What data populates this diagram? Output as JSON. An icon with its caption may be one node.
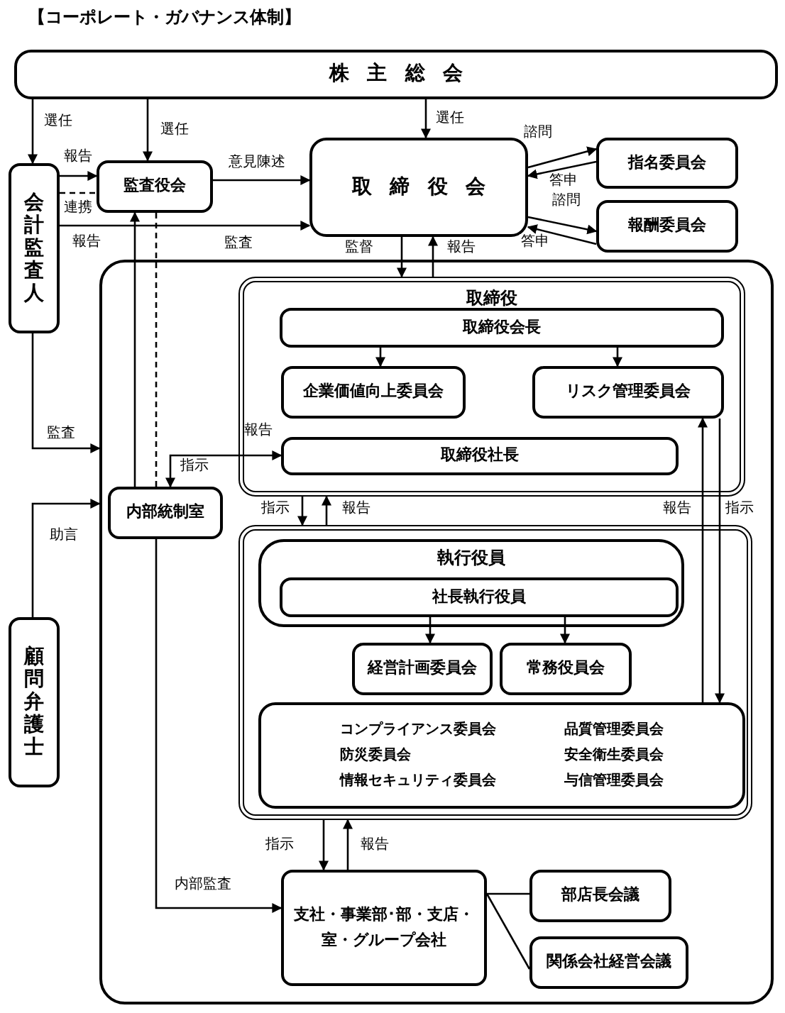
{
  "diagram": {
    "title": "【コーポレート・ガバナンス体制】",
    "nodes": [
      {
        "text": [
          "株主総会"
        ]
      },
      {
        "text": [
          "会計監査人"
        ]
      },
      {
        "text": [
          "監査役会"
        ]
      },
      {
        "text": [
          "取締役会"
        ]
      },
      {
        "text": [
          "指名委員会"
        ]
      },
      {
        "text": [
          "報酬委員会"
        ]
      },
      {
        "text": [],
        "shape": "box"
      },
      {
        "text": [
          "取締役"
        ],
        "in": 6
      },
      {
        "text": [
          "取締役会長"
        ],
        "in": 7
      },
      {
        "text": [
          "企業価値向上委員会"
        ],
        "in": 7
      },
      {
        "text": [
          "リスク管理委員会"
        ],
        "in": 7
      },
      {
        "text": [
          "取締役社長"
        ],
        "in": 7
      },
      {
        "text": [
          "内部統制室"
        ],
        "in": 6
      },
      {
        "text": [],
        "shape": "box",
        "in": 6
      },
      {
        "text": [
          "執行役員"
        ],
        "in": 13
      },
      {
        "text": [
          "社長執行役員"
        ],
        "in": 14
      },
      {
        "text": [
          "経営計画委員会"
        ],
        "in": 13
      },
      {
        "text": [
          "常務役員会"
        ],
        "in": 13
      },
      {
        "text": [
          "コンプライアンス委員会",
          "防災委員会",
          "情報セキュリティ委員会",
          "品質管理委員会",
          "安全衛生委員会",
          "与信管理委員会"
        ],
        "in": 13
      },
      {
        "text": [
          "支社・事業部･部・支店・室・グループ会社"
        ],
        "in": 6
      },
      {
        "text": [
          "部店長会議"
        ],
        "in": 6
      },
      {
        "text": [
          "関係会社経営会議"
        ],
        "in": 6
      },
      {
        "text": [
          "顧問弁護士"
        ]
      }
    ],
    "edges": [
      {
        "from": 0,
        "to": 1,
        "arrow": "to",
        "label": "選任"
      },
      {
        "from": 0,
        "to": 2,
        "arrow": "to",
        "label": "選任"
      },
      {
        "from": 0,
        "to": 3,
        "arrow": "to",
        "label": "選任"
      },
      {
        "from": 1,
        "to": 2,
        "arrow": "to",
        "label": "報告"
      },
      {
        "from": 1,
        "to": 2,
        "arrow": "none",
        "label": "連携",
        "style": "dashed"
      },
      {
        "from": 2,
        "to": 3,
        "arrow": "to",
        "label": "意見陳述"
      },
      {
        "from": 1,
        "to": 3,
        "arrow": "to",
        "label": "報告"
      },
      {
        "from": 3,
        "to": 4,
        "arrow": "to",
        "label": "諮問"
      },
      {
        "from": 4,
        "to": 3,
        "arrow": "to",
        "label": "答申"
      },
      {
        "from": 3,
        "to": 5,
        "arrow": "to",
        "label": "諮問"
      },
      {
        "from": 5,
        "to": 3,
        "arrow": "to",
        "label": "答申"
      },
      {
        "from": 3,
        "to": 7,
        "arrow": "to",
        "label": "監督"
      },
      {
        "from": 7,
        "to": 3,
        "arrow": "to",
        "label": "報告"
      },
      {
        "from": 1,
        "to": 6,
        "arrow": "to",
        "label": "監査"
      },
      {
        "from": 22,
        "to": 6,
        "arrow": "to",
        "label": "助言"
      },
      {
        "from": 12,
        "to": 2,
        "arrow": "to"
      },
      {
        "from": 2,
        "to": 12,
        "arrow": "none",
        "style": "dashed"
      },
      {
        "from": 12,
        "to": 19,
        "arrow": "to",
        "label": "内部監査"
      },
      {
        "from": 8,
        "to": 9,
        "arrow": "to"
      },
      {
        "from": 8,
        "to": 10,
        "arrow": "to"
      },
      {
        "from": 11,
        "to": 12,
        "arrow": "both",
        "label": "指示"
      },
      {
        "from": 7,
        "to": 13,
        "arrow": "to",
        "label": "指示"
      },
      {
        "from": 13,
        "to": 7,
        "arrow": "to",
        "label": "報告"
      },
      {
        "from": 10,
        "to": 18,
        "arrow": "to",
        "label": "指示"
      },
      {
        "from": 18,
        "to": 10,
        "arrow": "to",
        "label": "報告"
      },
      {
        "from": 15,
        "to": 16,
        "arrow": "to"
      },
      {
        "from": 15,
        "to": 17,
        "arrow": "to"
      },
      {
        "from": 13,
        "to": 19,
        "arrow": "to",
        "label": "指示"
      },
      {
        "from": 19,
        "to": 13,
        "arrow": "to",
        "label": "報告"
      },
      {
        "from": 19,
        "to": 20,
        "arrow": "none"
      },
      {
        "from": 19,
        "to": 21,
        "arrow": "none"
      }
    ],
    "labels": [
      "監査",
      "報告"
    ]
  }
}
